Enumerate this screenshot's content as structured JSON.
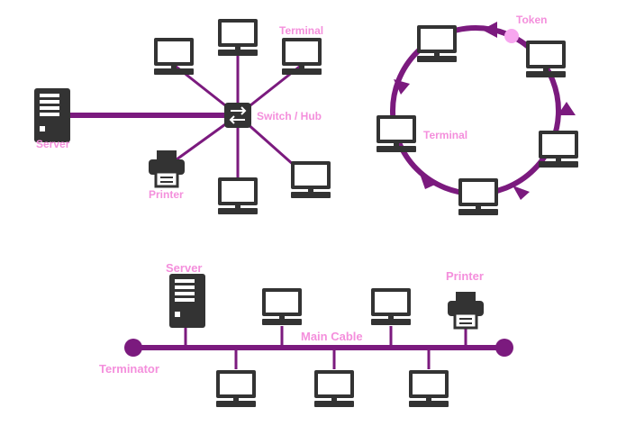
{
  "colors": {
    "cable": "#7b1a7e",
    "device": "#333333",
    "label": "#f48fdc",
    "token": "#f7a6ef",
    "background": "#ffffff"
  },
  "star_topology": {
    "server_label": "Server",
    "terminal_label": "Terminal",
    "hub_label": "Switch / Hub",
    "printer_label": "Printer",
    "icons": [
      "server-icon",
      "terminal-icon",
      "switch-hub-icon",
      "printer-icon"
    ]
  },
  "ring_topology": {
    "token_label": "Token",
    "terminal_label": "Terminal",
    "icons": [
      "terminal-icon",
      "token-dot-icon",
      "arrow-icon"
    ]
  },
  "bus_topology": {
    "server_label": "Server",
    "printer_label": "Printer",
    "main_cable_label": "Main Cable",
    "terminator_label": "Terminator",
    "icons": [
      "server-icon",
      "terminal-icon",
      "printer-icon",
      "terminator-dot-icon"
    ]
  }
}
